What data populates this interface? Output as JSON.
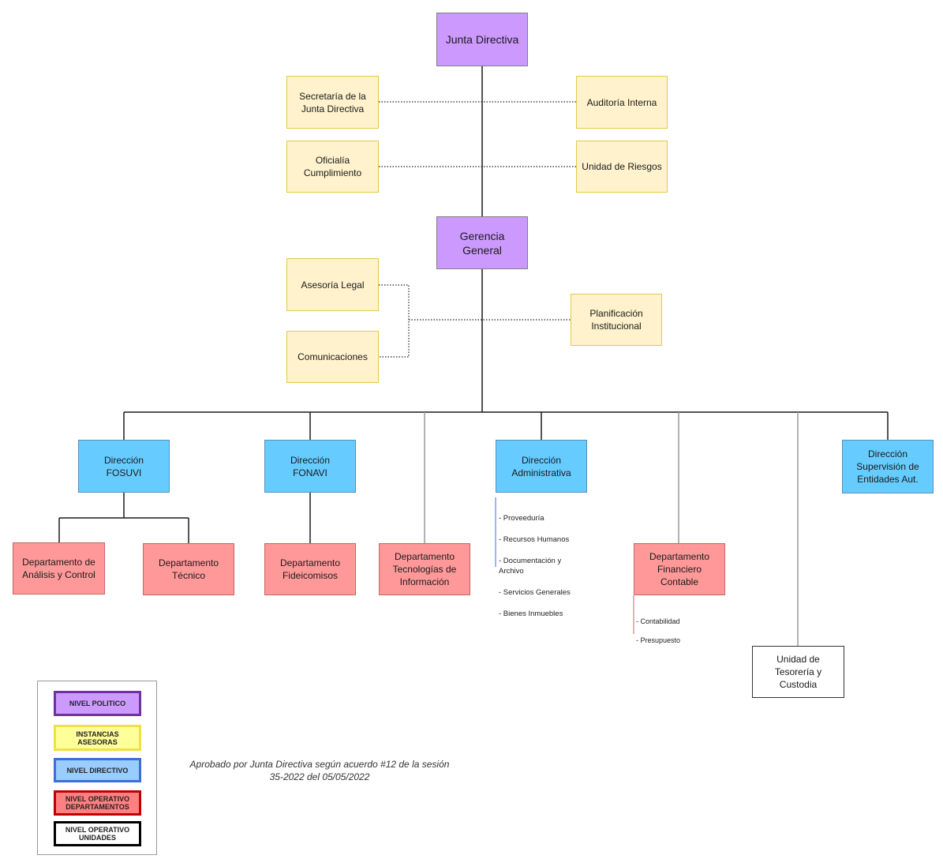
{
  "nodes": {
    "junta_directiva": "Junta Directiva",
    "secretaria": "Secretaría de la\nJunta Directiva",
    "auditoria": "Auditoría Interna",
    "oficialia": "Oficialía\nCumplimiento",
    "riesgos": "Unidad de Riesgos",
    "gerencia": "Gerencia\nGeneral",
    "asesoria": "Asesoría Legal",
    "comunicaciones": "Comunicaciones",
    "planificacion": "Planificación\nInstitucional",
    "fosuvi": "Dirección\nFOSUVI",
    "fonavi": "Dirección\nFONAVI",
    "administrativa": "Dirección\nAdministrativa",
    "supervision": "Dirección\nSupervisión de\nEntidades Aut.",
    "analisis": "Departamento de\nAnálisis y Control",
    "tecnico": "Departamento\nTécnico",
    "fideicomisos": "Departamento\nFideicomisos",
    "tecnologias": "Departamento\nTecnologías de\nInformación",
    "financiero": "Departamento\nFinanciero\nContable",
    "tesoreria": "Unidad de\nTesorería y\nCustodia"
  },
  "admin_units": [
    "- Proveeduría",
    "- Recursos Humanos",
    "- Documentación y\nArchivo",
    "- Servicios Generales",
    "- Bienes Inmuebles"
  ],
  "financial_units": [
    "- Contabilidad",
    "- Presupuesto"
  ],
  "legend": {
    "politico": "NIVEL POLITICO",
    "asesoras": "INSTANCIAS\nASESORAS",
    "directivo": "NIVEL DIRECTIVO",
    "departamentos": "NIVEL OPERATIVO\nDEPARTAMENTOS",
    "unidades": "NIVEL OPERATIVO\nUNIDADES"
  },
  "approval": "Aprobado por Junta Directiva según acuerdo #12 de la sesión\n35-2022 del 05/05/2022",
  "colors": {
    "politico": "#cc99ff",
    "asesoras": "#fff2cc",
    "directivo": "#66ccff",
    "departamentos": "#ff9999",
    "unidades": "#ffffff"
  }
}
